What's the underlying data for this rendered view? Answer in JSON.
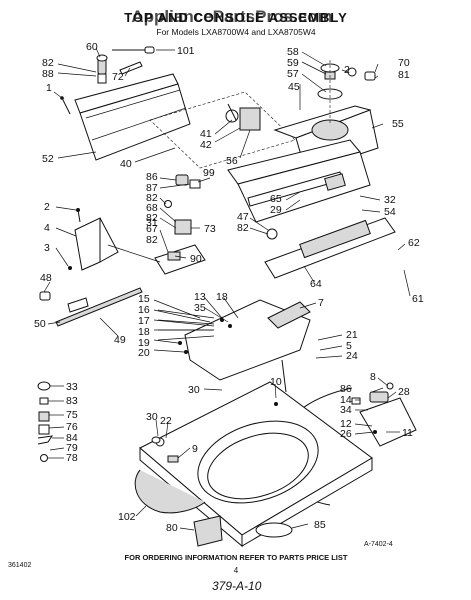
{
  "watermark": "AppliancePartsPros.com",
  "title": "TOP AND CONSOLE ASSEMBLY",
  "subtitle": "For Models LXA8700W4 and LXA8705W4",
  "footer_note": "FOR ORDERING INFORMATION REFER TO PARTS PRICE LIST",
  "diagram_code": "A-7402-4",
  "left_code": "361402",
  "page_number": "4",
  "handwritten": "379-A-10",
  "labels": {
    "l60": "60",
    "l101": "101",
    "l82a": "82",
    "l88": "88",
    "l72": "72",
    "l1": "1",
    "l52": "52",
    "l40": "40",
    "l41": "41",
    "l42": "42",
    "l56": "56",
    "l58": "58",
    "l59": "59",
    "l57": "57",
    "l2a": "2",
    "l45": "45",
    "l70": "70",
    "l81": "81",
    "l55": "55",
    "l86a": "86",
    "l87": "87",
    "l99": "99",
    "l82b": "82",
    "l68": "68",
    "l82c": "82",
    "l31": "31",
    "l67": "67",
    "l82d": "82",
    "l73": "73",
    "l90": "90",
    "l47": "47",
    "l82e": "82",
    "l65": "65",
    "l29": "29",
    "l32": "32",
    "l54": "54",
    "l62": "62",
    "l64": "64",
    "l61": "61",
    "l2b": "2",
    "l4": "4",
    "l3": "3",
    "l48": "48",
    "l50": "50",
    "l49": "49",
    "l15": "15",
    "l16": "16",
    "l17": "17",
    "l18a": "18",
    "l19": "19",
    "l20": "20",
    "l13": "13",
    "l35": "35",
    "l18b": "18",
    "l7": "7",
    "l21": "21",
    "l5": "5",
    "l24": "24",
    "l33": "33",
    "l83": "83",
    "l75": "75",
    "l76": "76",
    "l84": "84",
    "l79": "79",
    "l78": "78",
    "l30a": "30",
    "l10": "10",
    "l8": "8",
    "l86b": "86",
    "l28": "28",
    "l14": "14",
    "l34": "34",
    "l12": "12",
    "l26": "26",
    "l11": "11",
    "l30b": "30",
    "l22": "22",
    "l9": "9",
    "l102": "102",
    "l80": "80",
    "l85": "85"
  }
}
